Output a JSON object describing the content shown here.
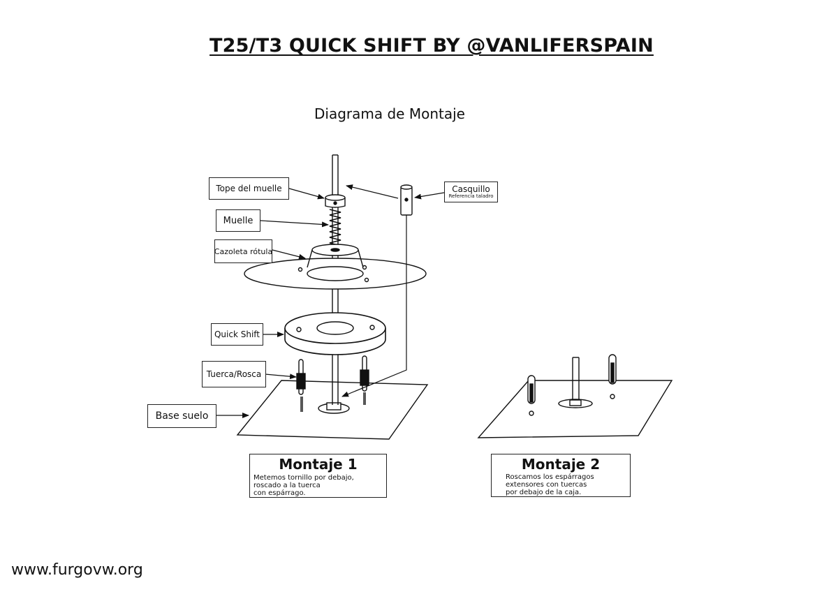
{
  "title": "T25/T3 QUICK SHIFT BY @VANLIFERSPAIN",
  "subtitle": "Diagrama de Montaje",
  "labels": {
    "tope": "Tope del muelle",
    "muelle": "Muelle",
    "cazoleta": "Cazoleta rótula",
    "quickshift": "Quick Shift",
    "tuerca": "Tuerca/Rosca",
    "base": "Base suelo",
    "casquillo": "Casquillo",
    "casquillo_sub": "Referencia taladro"
  },
  "montaje1": {
    "heading": "Montaje 1",
    "description": "Metemos tornillo por debajo,\nroscado a la tuerca\ncon espárrago."
  },
  "montaje2": {
    "heading": "Montaje 2",
    "description": "Roscamos los espárragos\nextensores con tuercas\npor debajo de la caja."
  },
  "footer": "www.furgovw.org",
  "colors": {
    "ink": "#111111",
    "paper": "#ffffff"
  }
}
